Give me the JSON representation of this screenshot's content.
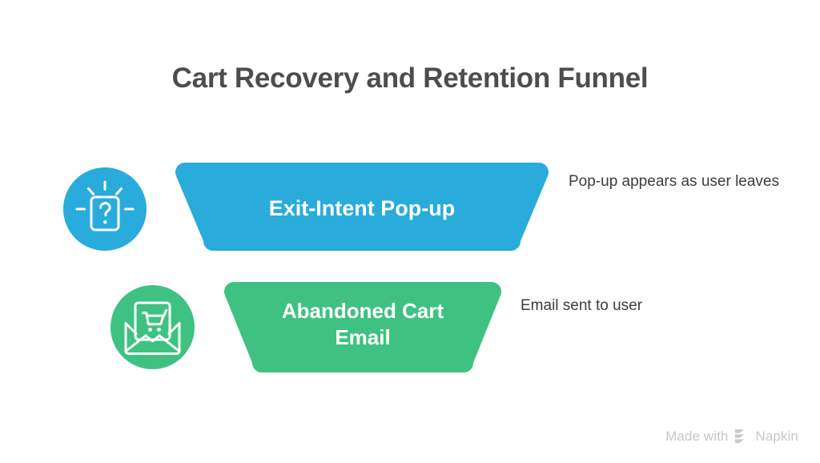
{
  "page": {
    "title": "Cart Recovery and Retention Funnel",
    "background": "#ffffff",
    "title_color": "#4d4d4d"
  },
  "funnel": {
    "stages": [
      {
        "id": "exit-intent",
        "label": "Exit-Intent Pop-up",
        "note": "Pop-up appears as user leaves",
        "color": "#29abdc",
        "icon": "question-card-icon"
      },
      {
        "id": "abandoned-cart",
        "label_line1": "Abandoned Cart",
        "label_line2": "Email",
        "label": "Abandoned Cart Email",
        "note": "Email sent to user",
        "color": "#3fc281",
        "icon": "envelope-cart-icon"
      }
    ]
  },
  "watermark": {
    "text_before": "Made with",
    "brand": "Napkin",
    "logo": "napkin-stripes-icon",
    "color": "#c8c8c8"
  }
}
